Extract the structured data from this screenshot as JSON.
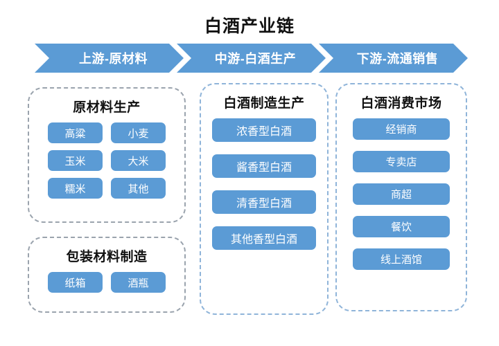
{
  "title": "白酒产业链",
  "accent_color": "#5B9BD5",
  "chevrons": [
    {
      "label": "上游-原材料"
    },
    {
      "label": "中游-白酒生产"
    },
    {
      "label": "下游-流通销售"
    }
  ],
  "groups": [
    {
      "id": "raw-material",
      "title": "原材料生产",
      "items": [
        "高粱",
        "小麦",
        "玉米",
        "大米",
        "糯米",
        "其他"
      ]
    },
    {
      "id": "packaging",
      "title": "包装材料制造",
      "items": [
        "纸箱",
        "酒瓶"
      ]
    },
    {
      "id": "manufacturing",
      "title": "白酒制造生产",
      "items": [
        "浓香型白酒",
        "酱香型白酒",
        "清香型白酒",
        "其他香型白酒"
      ]
    },
    {
      "id": "consumer",
      "title": "白酒消费市场",
      "items": [
        "经销商",
        "专卖店",
        "商超",
        "餐饮",
        "线上酒馆"
      ]
    }
  ]
}
